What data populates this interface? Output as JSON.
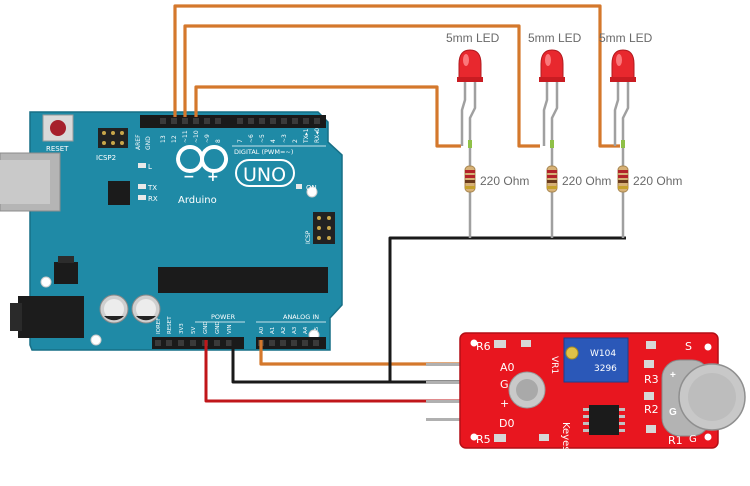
{
  "leds": [
    {
      "label": "5mm LED",
      "resistor": "220 Ohm"
    },
    {
      "label": "5mm LED",
      "resistor": "220 Ohm"
    },
    {
      "label": "5mm LED",
      "resistor": "220 Ohm"
    }
  ],
  "arduino": {
    "reset": "RESET",
    "icsp2": "ICSP2",
    "uno": "UNO",
    "brand": "Arduino",
    "on": "ON",
    "icsp": "ICSP",
    "l": "L",
    "tx": "TX",
    "rx": "RX",
    "aref": "AREF",
    "gnd": "GND",
    "digital": "DIGITAL (PWM=~)",
    "digital_pins": [
      "13",
      "12",
      "~11",
      "~10",
      "~9",
      "8",
      "7",
      "~6",
      "~5",
      "4",
      "~3",
      "2",
      "TX▸1",
      "RX◂0"
    ],
    "power": "POWER",
    "analog": "ANALOG IN",
    "power_pins": [
      "IOREF",
      "RESET",
      "3V3",
      "5V",
      "GND",
      "GND",
      "VIN"
    ],
    "analog_pins": [
      "A0",
      "A1",
      "A2",
      "A3",
      "A4",
      "A5"
    ]
  },
  "sensor": {
    "r6": "R6",
    "a0": "A0",
    "vr1": "VR1",
    "g": "G",
    "plus": "+",
    "d0": "D0",
    "r5": "R5",
    "s": "S",
    "r3": "R3",
    "r2": "R2",
    "r1": "R1",
    "keyes": "Keyes",
    "pot_code": "W104",
    "pot_code2": "3296",
    "mic_g": "G",
    "mic_plus": "+"
  }
}
